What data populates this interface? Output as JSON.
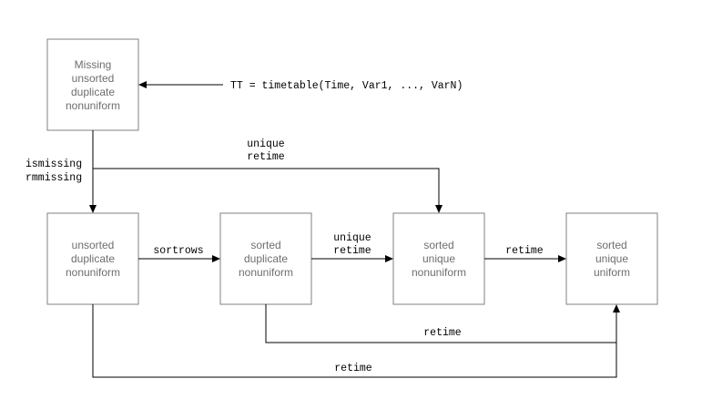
{
  "boxes": {
    "top": [
      "Missing",
      "unsorted",
      "duplicate",
      "nonuniform"
    ],
    "b1": [
      "unsorted",
      "duplicate",
      "nonuniform"
    ],
    "b2": [
      "sorted",
      "duplicate",
      "nonuniform"
    ],
    "b3": [
      "sorted",
      "unique",
      "nonuniform"
    ],
    "b4": [
      "sorted",
      "unique",
      "uniform"
    ]
  },
  "labels": {
    "timetable_call": "TT = timetable(Time, Var1, ..., VarN)",
    "ismissing": "ismissing",
    "rmmissing": "rmmissing",
    "top_unique": "unique",
    "top_retime": "retime",
    "sortrows": "sortrows",
    "mid_unique": "unique",
    "mid_retime": "retime",
    "retime_b3_b4": "retime",
    "retime_b2_b4": "retime",
    "retime_b1_b4": "retime"
  }
}
